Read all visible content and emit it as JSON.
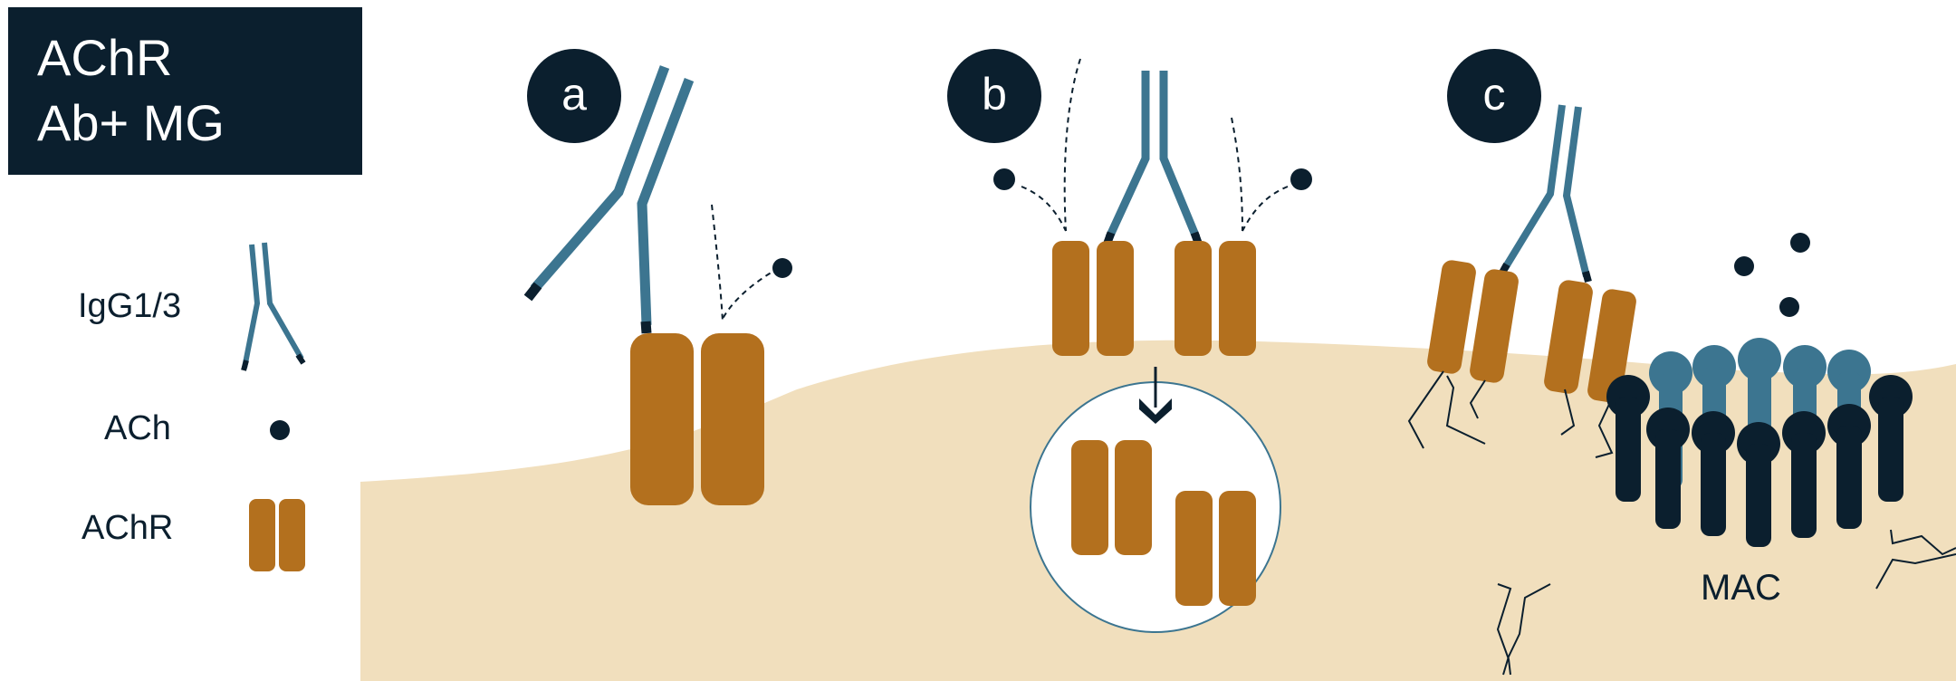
{
  "title": {
    "line1": "AChR",
    "line2": "Ab+ MG"
  },
  "legend": {
    "igg": "IgG1/3",
    "ach": "ACh",
    "achr": "AChR"
  },
  "panels": {
    "a": "a",
    "b": "b",
    "c": "c"
  },
  "mac_label": "MAC",
  "colors": {
    "navy": "#0b1f2e",
    "receptor": "#b3701e",
    "antibody": "#3c7590",
    "membrane": "#f1dfbd"
  }
}
